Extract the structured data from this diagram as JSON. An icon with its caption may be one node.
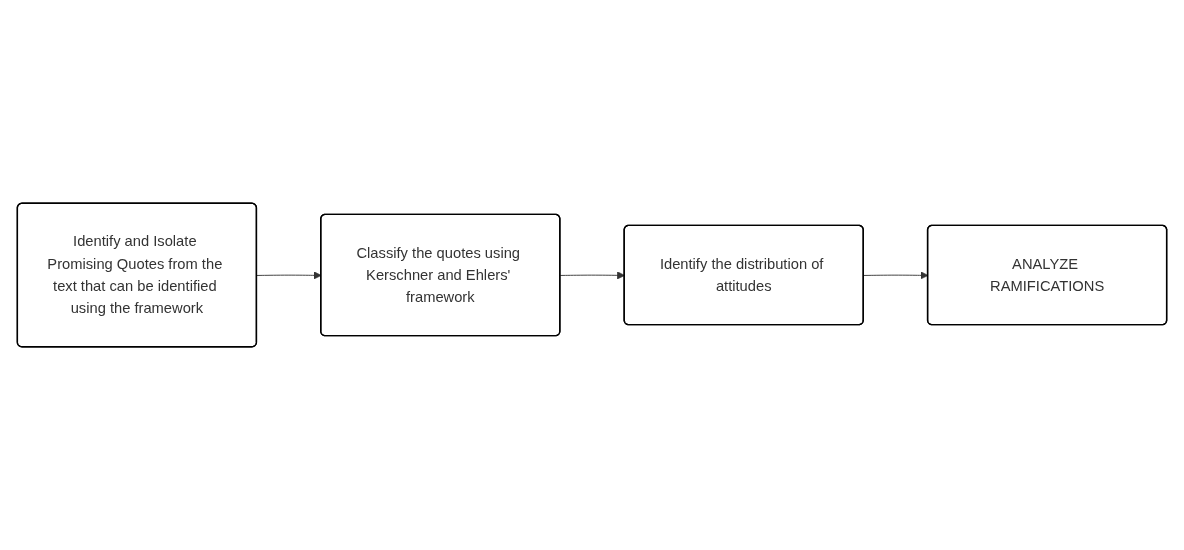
{
  "diagram": {
    "nodes": [
      {
        "text": [
          "Identify and Isolate Promising Quotes from the text that can be identified using the framework"
        ]
      },
      {
        "text": [
          "Classify the quotes using Kerschner and Ehlers' framework"
        ]
      },
      {
        "text": [
          "Identify the distribution of attitudes"
        ]
      },
      {
        "text": [
          "ANALYZE RAMIFICATIONS"
        ]
      }
    ],
    "edges": [
      {
        "from": 0,
        "to": 1,
        "arrow": "to"
      },
      {
        "from": 1,
        "to": 2,
        "arrow": "to"
      },
      {
        "from": 2,
        "to": 3,
        "arrow": "to"
      }
    ]
  }
}
